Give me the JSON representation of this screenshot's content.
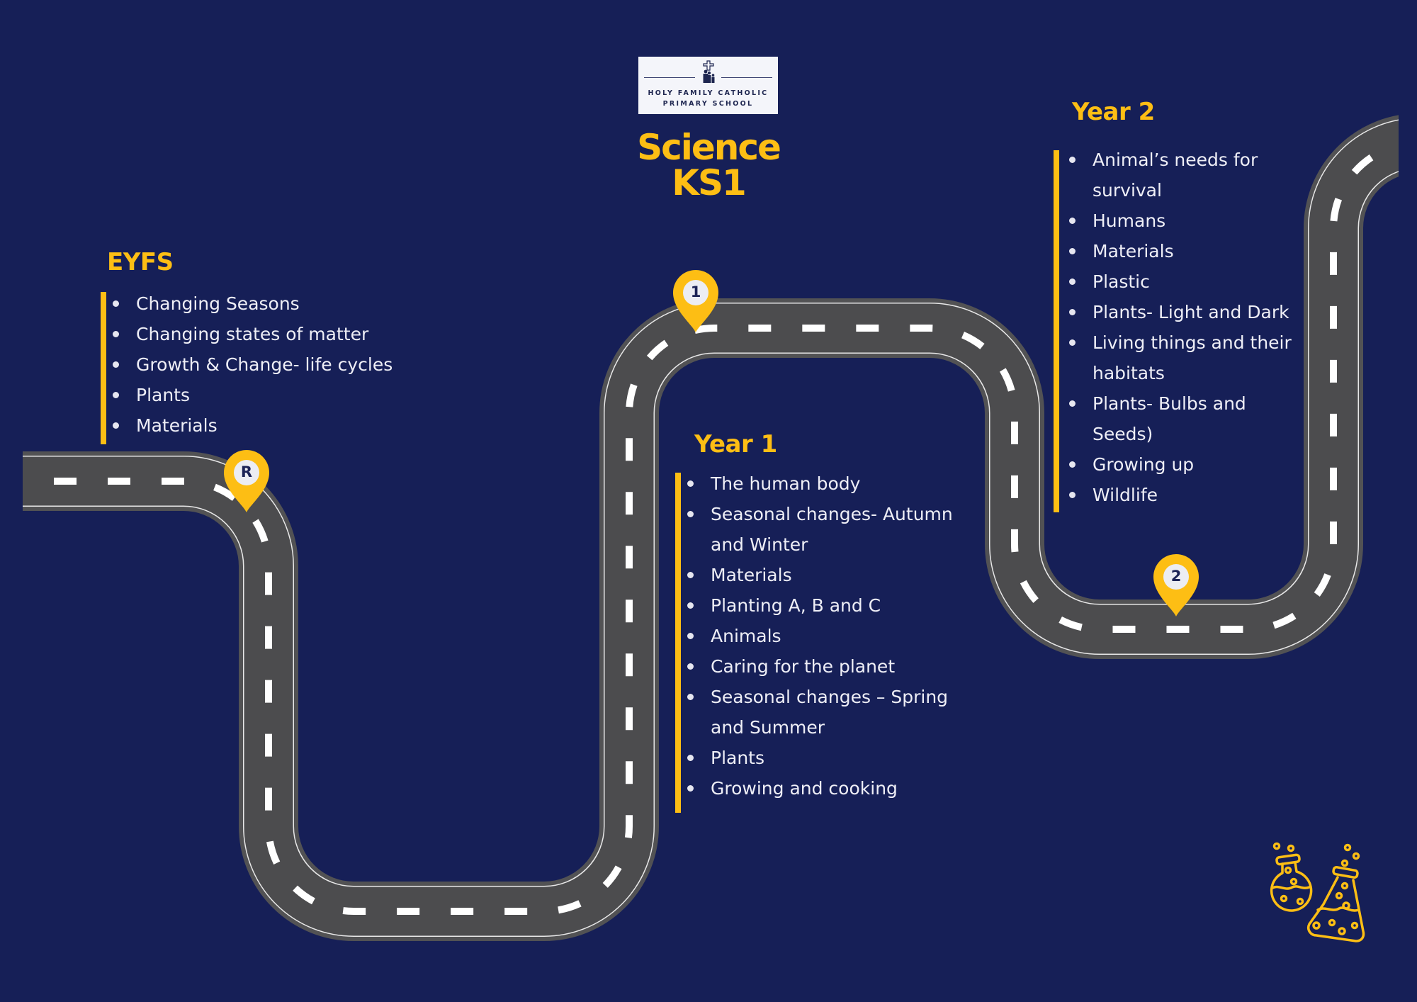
{
  "school": {
    "name_line1": "HOLY FAMILY CATHOLIC",
    "name_line2": "PRIMARY SCHOOL",
    "emblem_icon": "cross-family-icon"
  },
  "title": {
    "line1": "Science",
    "line2": "KS1"
  },
  "colors": {
    "background": "#161F57",
    "accent": "#FDBE14",
    "road": "#4A4A4C",
    "road_edge": "#5A5A5C",
    "road_line": "#FFFFFF",
    "text": "#EEEEF6"
  },
  "sections": {
    "eyfs": {
      "heading": "EYFS",
      "items": [
        {
          "lines": [
            "Changing Seasons"
          ]
        },
        {
          "lines": [
            "Changing states of matter"
          ]
        },
        {
          "lines": [
            "Growth & Change- life cycles"
          ]
        },
        {
          "lines": [
            "Plants"
          ]
        },
        {
          "lines": [
            "Materials"
          ]
        }
      ]
    },
    "year1": {
      "heading": "Year 1",
      "items": [
        {
          "lines": [
            "The human body"
          ]
        },
        {
          "lines": [
            "Seasonal changes- Autumn",
            "and Winter"
          ]
        },
        {
          "lines": [
            "Materials"
          ]
        },
        {
          "lines": [
            "Planting A, B and C"
          ]
        },
        {
          "lines": [
            "Animals"
          ]
        },
        {
          "lines": [
            "Caring for the planet"
          ]
        },
        {
          "lines": [
            "Seasonal changes – Spring",
            "and Summer"
          ]
        },
        {
          "lines": [
            "Plants"
          ]
        },
        {
          "lines": [
            "Growing and cooking"
          ]
        }
      ]
    },
    "year2": {
      "heading": "Year 2",
      "items": [
        {
          "lines": [
            "Animal’s needs for",
            "survival"
          ]
        },
        {
          "lines": [
            "Humans"
          ]
        },
        {
          "lines": [
            "Materials"
          ]
        },
        {
          "lines": [
            "Plastic"
          ]
        },
        {
          "lines": [
            "Plants- Light and Dark"
          ]
        },
        {
          "lines": [
            "Living things and their",
            "habitats"
          ]
        },
        {
          "lines": [
            "Plants- Bulbs and",
            "Seeds)"
          ]
        },
        {
          "lines": [
            "Growing up"
          ]
        },
        {
          "lines": [
            "Wildlife"
          ]
        }
      ]
    }
  },
  "markers": [
    {
      "label": "R",
      "icon": "map-pin-icon"
    },
    {
      "label": "1",
      "icon": "map-pin-icon"
    },
    {
      "label": "2",
      "icon": "map-pin-icon"
    }
  ],
  "decoration": {
    "icon": "science-flasks-icon"
  }
}
